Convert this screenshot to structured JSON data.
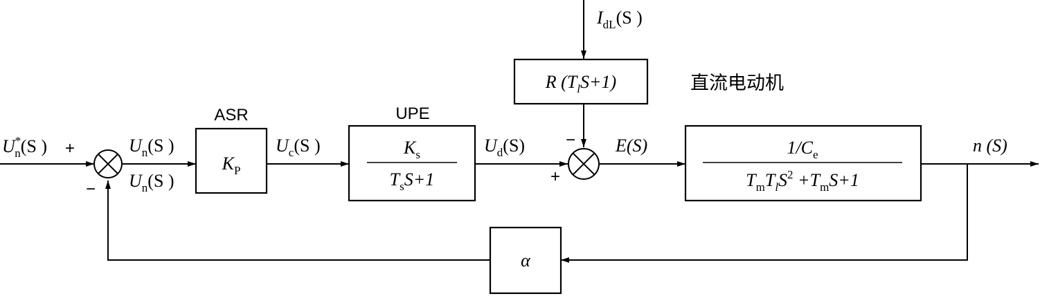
{
  "input": {
    "main": "U",
    "sub": "n",
    "sup": "*",
    "arg": "(S )"
  },
  "sum1": {
    "plus": "+",
    "minus": "−"
  },
  "sum1_out": {
    "main": "U",
    "sub": "n",
    "arg": "(S )"
  },
  "feedback_signal": {
    "main": "U",
    "sub": "n",
    "arg": "(S )"
  },
  "asr": {
    "title": "ASR",
    "gain_main": "K",
    "gain_sub": "P"
  },
  "control_signal": {
    "main": "U",
    "sub": "c",
    "arg": "(S )"
  },
  "upe": {
    "title": "UPE",
    "num_main": "K",
    "num_sub": "s",
    "den_main": "T",
    "den_sub": "s",
    "den_rest": "S+1"
  },
  "ud_signal": {
    "main": "U",
    "sub": "d",
    "arg": "(S)"
  },
  "disturbance": {
    "main": "I",
    "sub": "dL",
    "arg": "(S )"
  },
  "load_block": {
    "pre": "R (",
    "t": "T",
    "t_sub": "l",
    "post": "S+1)"
  },
  "sum2": {
    "minus": "−",
    "plus": "+"
  },
  "e_signal": {
    "text": "E(S)"
  },
  "motor": {
    "title": "直流电动机",
    "num": "1/C",
    "num_sub": "e",
    "den_t1": "T",
    "den_t1_sub": "m",
    "den_t2": "T",
    "den_t2_sub": "l",
    "den_s": "S",
    "den_s_sup": "2",
    "den_mid": " +T",
    "den_mid_sub": "m",
    "den_end": "S+1"
  },
  "output": {
    "text": "n (S)"
  },
  "feedback_block": {
    "symbol": "α"
  }
}
